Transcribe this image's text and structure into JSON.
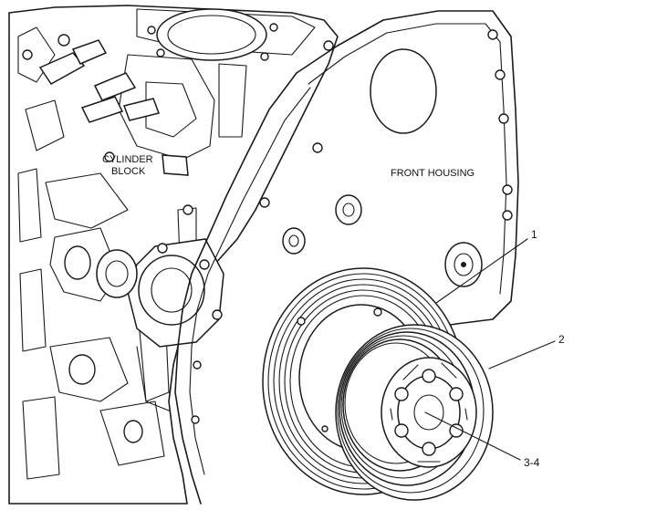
{
  "labels": {
    "cylinder_block_line1": "CYLINDER",
    "cylinder_block_line2": "BLOCK",
    "front_housing": "FRONT HOUSING"
  },
  "callouts": {
    "c1": "1",
    "c2": "2",
    "c3": "3-4"
  }
}
